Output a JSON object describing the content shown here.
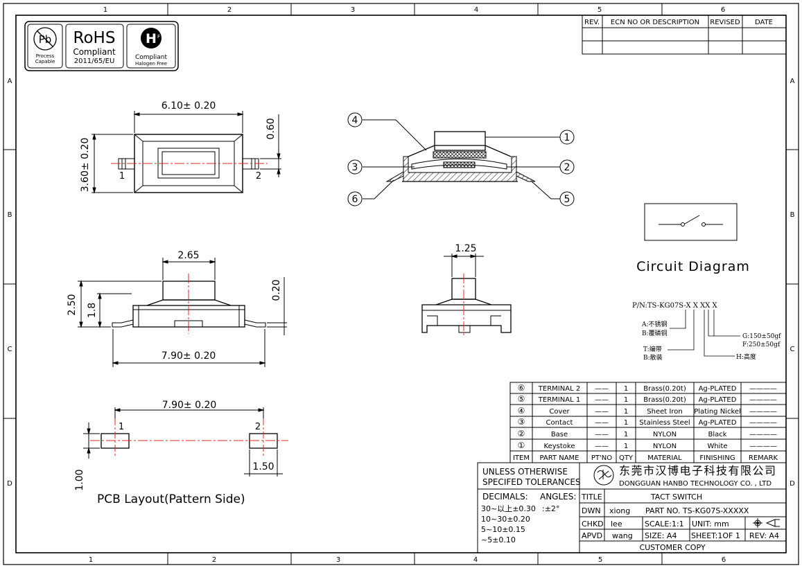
{
  "border": {
    "cols": [
      "1",
      "2",
      "3",
      "4",
      "5",
      "6"
    ],
    "rows": [
      "A",
      "B",
      "C",
      "D"
    ]
  },
  "badges": {
    "pb_symbol": "Pb",
    "pb_caption_1": "Process",
    "pb_caption_2": "Capable",
    "rohs_title": "RoHS",
    "rohs_sub": "Compliant",
    "rohs_directive": "2011/65/EU",
    "hf_letter": "H",
    "hf_side": "F",
    "hf_caption_1": "Compliant",
    "hf_caption_2": "Halogen Free"
  },
  "revision_table": {
    "headers": [
      "REV.",
      "ECN NO OR DESCRIPTION",
      "REVISED",
      "DATE"
    ]
  },
  "top_view": {
    "width_dim": "6.10± 0.20",
    "height_dim": "3.60± 0.20",
    "lead_dim": "0.60",
    "pin_left": "1",
    "pin_right": "2"
  },
  "exploded_view": {
    "callouts": [
      "1",
      "2",
      "3",
      "4",
      "5",
      "6"
    ]
  },
  "circuit": {
    "label": "Circuit Diagram"
  },
  "part_code": {
    "pn": "P/N:TS-KG07S-X X XX X",
    "opt_a": "A:不锈钢",
    "opt_b": "B:覆磷铜",
    "opt_t": "T:编带",
    "opt_b2": "B:散装",
    "opt_h": "H:高度",
    "opt_g": "G:150±50gf",
    "opt_f": "F:250±50gf"
  },
  "side_view": {
    "top_dim": "2.65",
    "height_dim": "2.50",
    "body_dim": "1.8",
    "lead_dim": "0.20",
    "length_dim": "7.90± 0.20"
  },
  "end_view": {
    "dim": "1.25"
  },
  "pcb": {
    "length_dim": "7.90± 0.20",
    "pad_w_dim": "1.50",
    "pad_h_dim": "1.00",
    "pin_left": "1",
    "pin_right": "2",
    "label": "PCB Layout(Pattern Side)"
  },
  "bom": {
    "headers": [
      "ITEM",
      "PART NAME",
      "PT'NO",
      "QTY",
      "MATERIAL",
      "FINISHING",
      "REMARK"
    ],
    "rows": [
      {
        "item": "⑥",
        "name": "TERMINAL 2",
        "ptno": "——",
        "qty": "1",
        "material": "Brass(0.20t)",
        "finishing": "Ag-PLATED",
        "remark": "————"
      },
      {
        "item": "⑤",
        "name": "TERMINAL 1",
        "ptno": "——",
        "qty": "1",
        "material": "Brass(0.20t)",
        "finishing": "Ag-PLATED",
        "remark": "————"
      },
      {
        "item": "④",
        "name": "Cover",
        "ptno": "——",
        "qty": "1",
        "material": "Sheet Iron",
        "finishing": "Plating Nickel",
        "remark": "————"
      },
      {
        "item": "③",
        "name": "Contact",
        "ptno": "——",
        "qty": "1",
        "material": "Stainless Steel",
        "finishing": "Ag-PLATED",
        "remark": "————"
      },
      {
        "item": "②",
        "name": "Base",
        "ptno": "——",
        "qty": "1",
        "material": "NYLON",
        "finishing": "Black",
        "remark": "————"
      },
      {
        "item": "①",
        "name": "Keystoke",
        "ptno": "——",
        "qty": "1",
        "material": "NYLON",
        "finishing": "White",
        "remark": "————"
      }
    ]
  },
  "title_block": {
    "tol_1": "UNLESS OTHERWISE",
    "tol_2": "SPECIFED TOLERANCES",
    "company_cn": "东莞市汉博电子科技有限公司",
    "company_en": "DONGGUAN HANBO TECHNOLOGY CO. , LTD",
    "decimals": "DECIMALS:",
    "angles": "ANGLES:",
    "angle_val": ":±2°",
    "dec_1": "30~以上±0.30",
    "dec_2": "10~30±0.20",
    "dec_3": "5~10±0.15",
    "dec_4": "~5±0.10",
    "title_label": "TITLE",
    "title_val": "TACT SWITCH",
    "part_no": "PART NO. TS-KG07S-XXXXX",
    "dwn_label": "DWN",
    "dwn_val": "xiong",
    "chkd_label": "CHKD",
    "chkd_val": "lee",
    "apvd_label": "APVD",
    "apvd_val": "wang",
    "scale": "SCALE:1:1",
    "unit": "UNIT: mm",
    "size": "SIZE: A4",
    "sheet": "SHEET:1OF 1",
    "rev": "REV: A4",
    "customer": "CUSTOMER COPY"
  }
}
